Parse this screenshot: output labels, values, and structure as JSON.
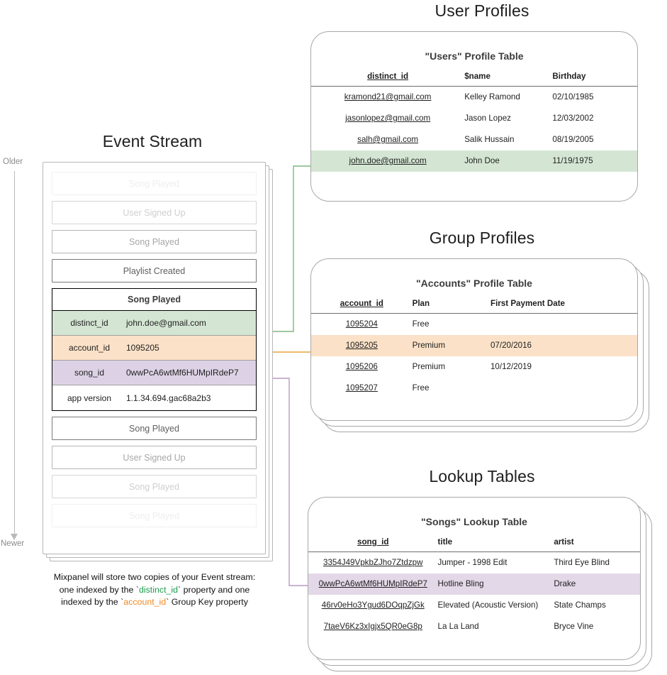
{
  "sections": {
    "event_stream_title": "Event Stream",
    "user_profiles_title": "User Profiles",
    "group_profiles_title": "Group Profiles",
    "lookup_tables_title": "Lookup Tables"
  },
  "axis": {
    "older_label": "Older",
    "newer_label": "Newer"
  },
  "event_stream": {
    "rows_above": [
      {
        "label": "Song Played",
        "fade": "f-10"
      },
      {
        "label": "User Signed Up",
        "fade": "f-30"
      },
      {
        "label": "Song Played",
        "fade": "f-55"
      },
      {
        "label": "Playlist Created",
        "fade": "f-100"
      }
    ],
    "expanded_event": {
      "name": "Song Played",
      "properties": [
        {
          "key": "distinct_id",
          "value": "john.doe@gmail.com",
          "highlight": "green"
        },
        {
          "key": "account_id",
          "value": "1095205",
          "highlight": "orange"
        },
        {
          "key": "song_id",
          "value": "0wwPcA6wtMf6HUMpIRdeP7",
          "highlight": "purple"
        },
        {
          "key": "app version",
          "value": "1.1.34.694.gac68a2b3",
          "highlight": "plain"
        }
      ]
    },
    "rows_below": [
      {
        "label": "Song Played",
        "fade": "f-100"
      },
      {
        "label": "User Signed Up",
        "fade": "f-55"
      },
      {
        "label": "Song Played",
        "fade": "f-30"
      },
      {
        "label": "Song Played",
        "fade": "f-10"
      }
    ]
  },
  "caption": {
    "line1_a": "Mixpanel will store two copies of your Event stream:",
    "line2_a": "one indexed by the `",
    "line2_token": "distinct_id",
    "line2_b": "` property and one",
    "line3_a": "indexed by the `",
    "line3_token": "account_id",
    "line3_b": "` Group Key property"
  },
  "users_table": {
    "title": "\"Users\" Profile Table",
    "headers": [
      "distinct_id",
      "$name",
      "Birthday"
    ],
    "rows": [
      {
        "cells": [
          "kramond21@gmail.com",
          "Kelley Ramond",
          "02/10/1985"
        ],
        "highlight": ""
      },
      {
        "cells": [
          "jasonlopez@gmail.com",
          "Jason Lopez",
          "12/03/2002"
        ],
        "highlight": ""
      },
      {
        "cells": [
          "salh@gmail.com",
          "Salik Hussain",
          "08/19/2005"
        ],
        "highlight": ""
      },
      {
        "cells": [
          "john.doe@gmail.com",
          "John Doe",
          "11/19/1975"
        ],
        "highlight": "hl-green"
      }
    ]
  },
  "accounts_table": {
    "title": "\"Accounts\" Profile Table",
    "headers": [
      "account_id",
      "Plan",
      "First Payment Date"
    ],
    "rows": [
      {
        "cells": [
          "1095204",
          "Free",
          ""
        ],
        "highlight": ""
      },
      {
        "cells": [
          "1095205",
          "Premium",
          "07/20/2016"
        ],
        "highlight": "hl-orange"
      },
      {
        "cells": [
          "1095206",
          "Premium",
          "10/12/2019"
        ],
        "highlight": ""
      },
      {
        "cells": [
          "1095207",
          "Free",
          ""
        ],
        "highlight": ""
      }
    ]
  },
  "songs_table": {
    "title": "\"Songs\" Lookup Table",
    "headers": [
      "song_id",
      "title",
      "artist"
    ],
    "rows": [
      {
        "cells": [
          "3354J49VpkbZJho7Ztdzpw",
          "Jumper - 1998 Edit",
          "Third Eye Blind"
        ],
        "highlight": ""
      },
      {
        "cells": [
          "0wwPcA6wtMf6HUMpIRdeP7",
          "Hotline Bling",
          "Drake"
        ],
        "highlight": "hl-purple"
      },
      {
        "cells": [
          "46rv0eHo3Ygud6DOqpZjGk",
          "Elevated (Acoustic Version)",
          "State Champs"
        ],
        "highlight": ""
      },
      {
        "cells": [
          "7taeV6Kz3xIgjx5QR0eG8p",
          "La La Land",
          "Bryce Vine"
        ],
        "highlight": ""
      }
    ]
  },
  "colors": {
    "green": "#d4e6d3",
    "orange": "#fbe1c7",
    "purple": "#ddd2e5",
    "green_wire": "#7cb97f",
    "orange_wire": "#e8a33d",
    "purple_wire": "#b79ac4",
    "gray_wire": "#8a8a8a",
    "card_border": "#a7a7a7"
  }
}
